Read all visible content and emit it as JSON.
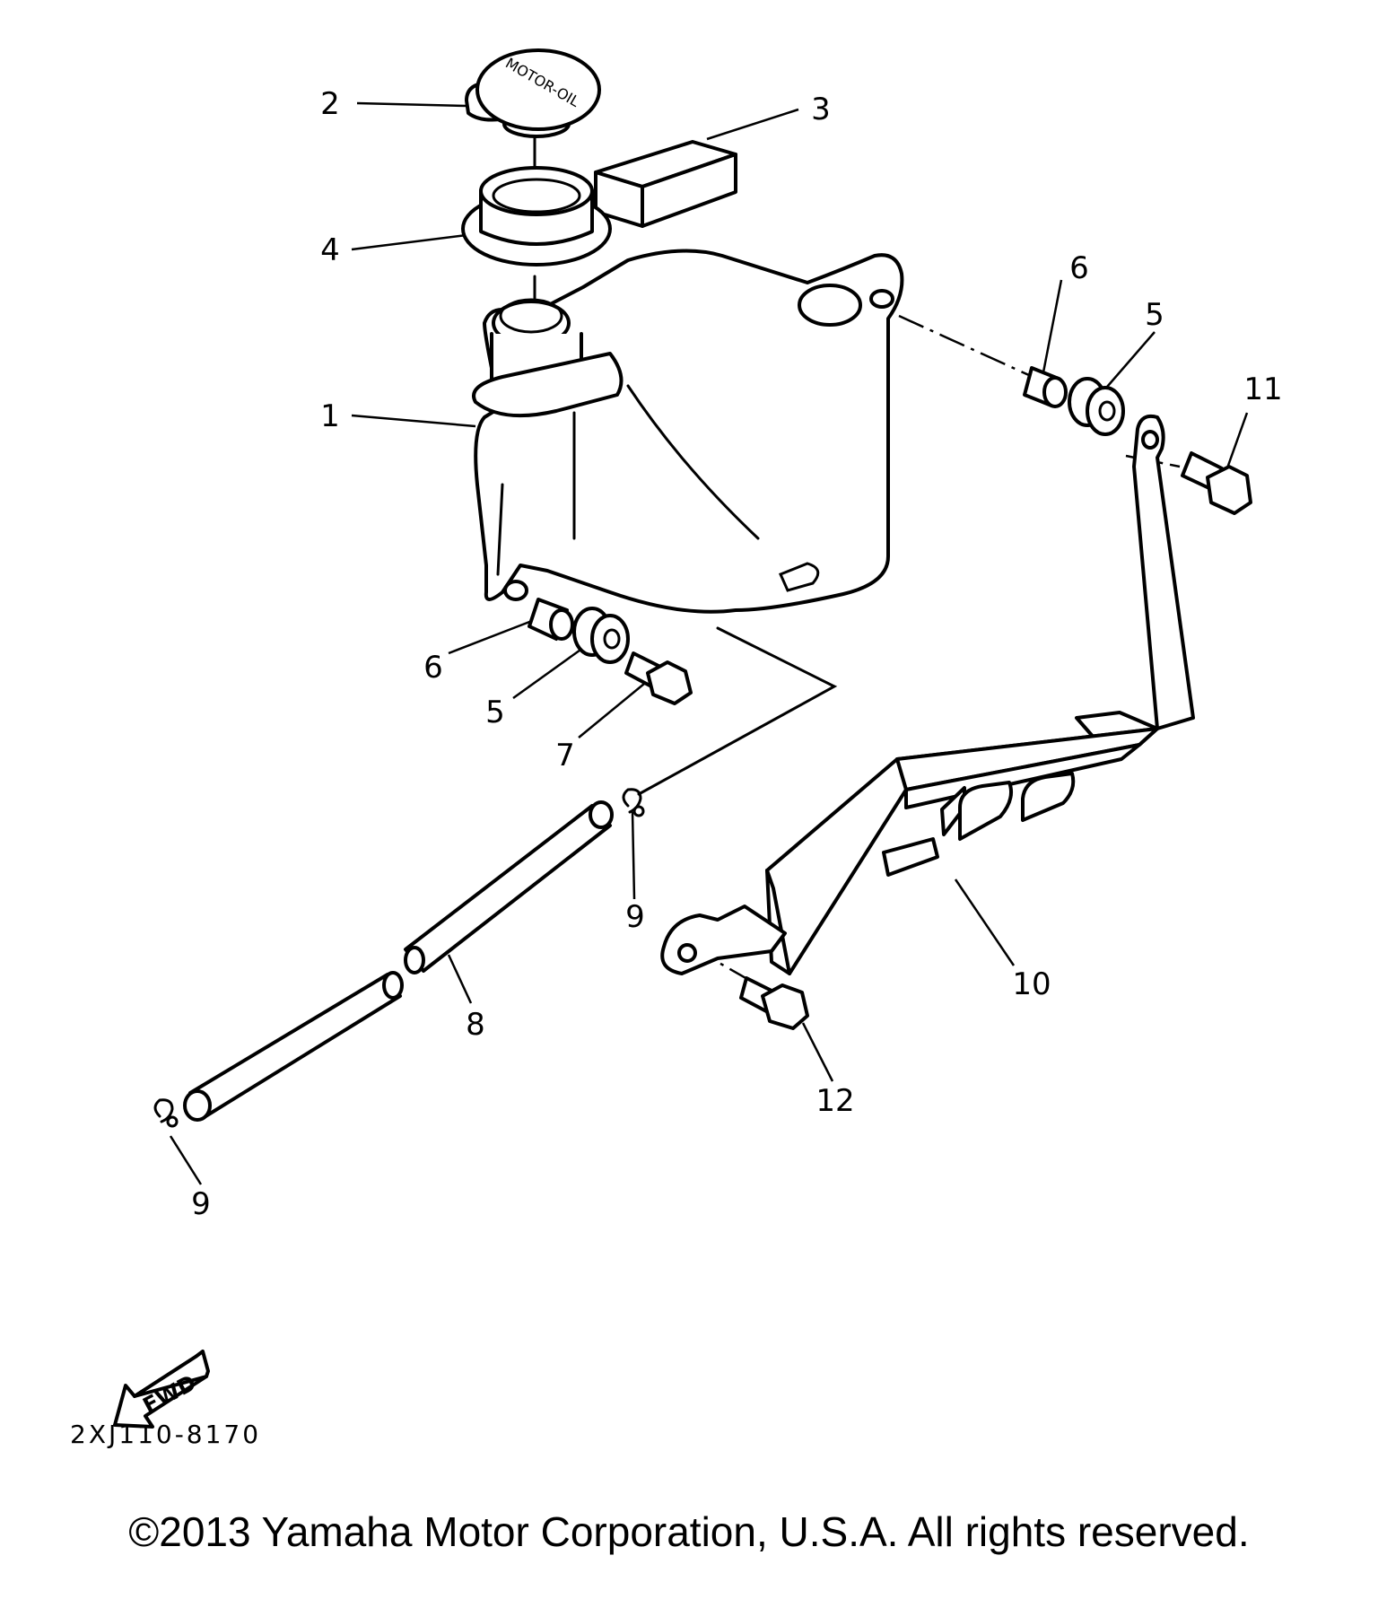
{
  "callouts": [
    {
      "id": "1",
      "label": "1"
    },
    {
      "id": "2",
      "label": "2"
    },
    {
      "id": "3",
      "label": "3"
    },
    {
      "id": "4",
      "label": "4"
    },
    {
      "id": "5a",
      "label": "5"
    },
    {
      "id": "5b",
      "label": "5"
    },
    {
      "id": "6a",
      "label": "6"
    },
    {
      "id": "6b",
      "label": "6"
    },
    {
      "id": "7",
      "label": "7"
    },
    {
      "id": "8",
      "label": "8"
    },
    {
      "id": "9a",
      "label": "9"
    },
    {
      "id": "9b",
      "label": "9"
    },
    {
      "id": "10",
      "label": "10"
    },
    {
      "id": "11",
      "label": "11"
    },
    {
      "id": "12",
      "label": "12"
    }
  ],
  "cap_marking": "MOTOR-OIL",
  "fwd_label": "FWD",
  "drawing_code": "2XJ110-8170",
  "copyright": "©2013 Yamaha Motor Corporation, U.S.A. All rights reserved."
}
